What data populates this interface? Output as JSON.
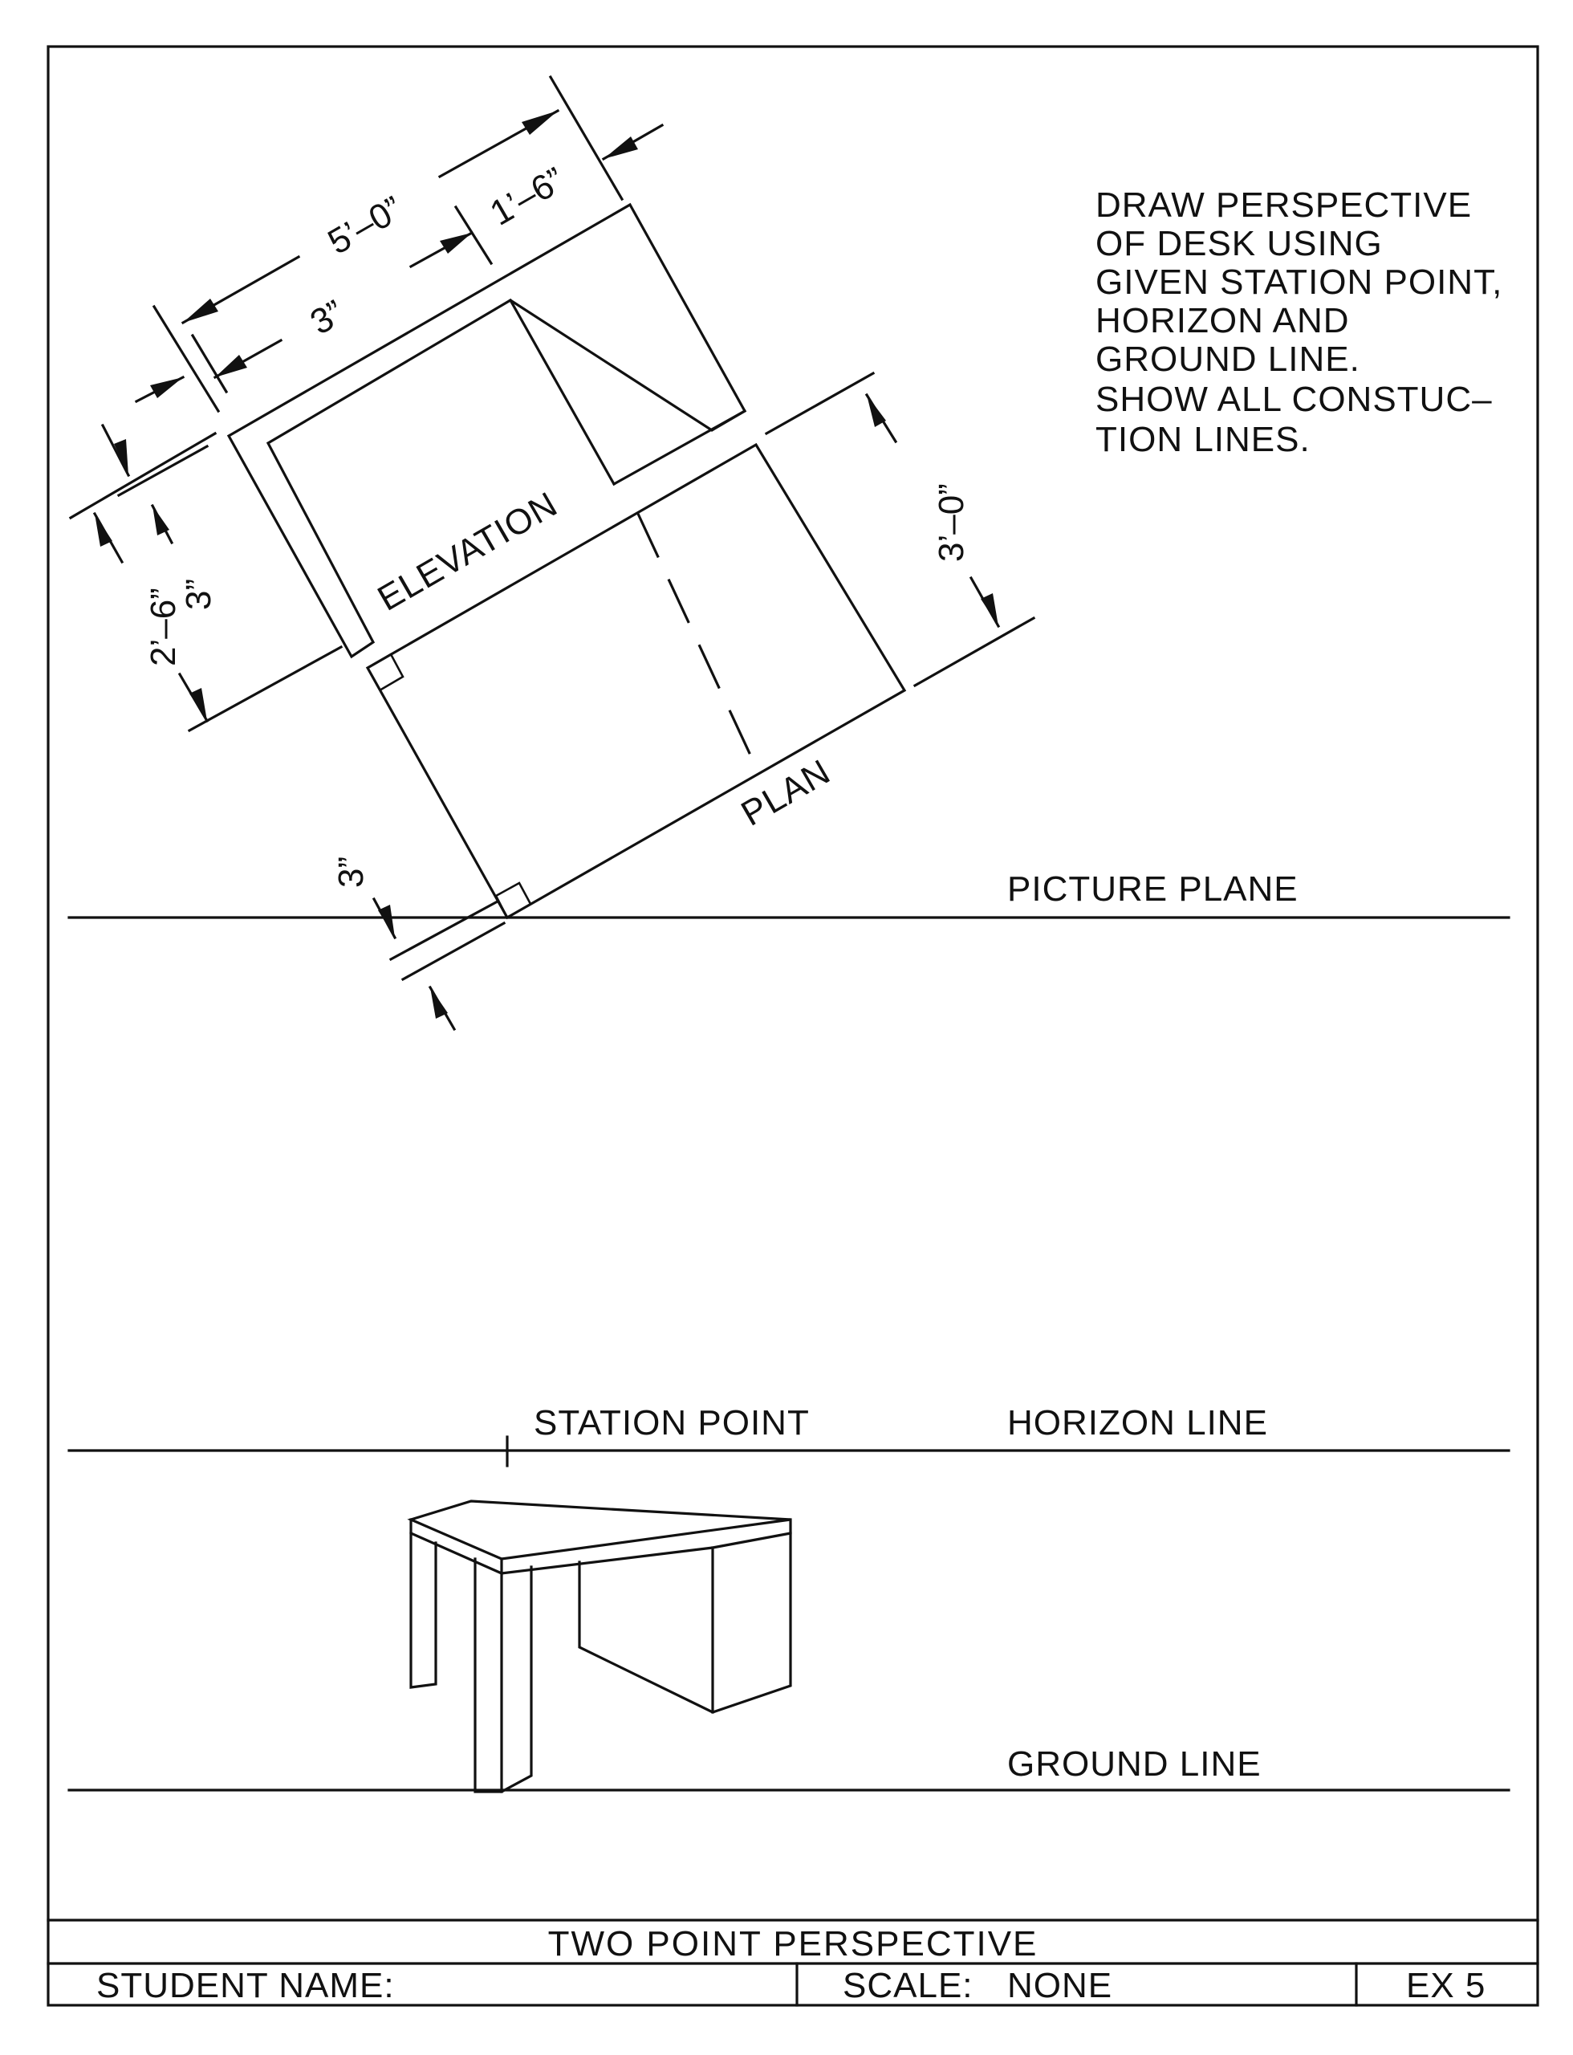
{
  "instructions": [
    "DRAW PERSPECTIVE",
    "OF DESK USING",
    "GIVEN STATION POINT,",
    "HORIZON AND",
    "GROUND LINE.",
    "SHOW ALL CONSTUC–",
    "TION LINES."
  ],
  "labels": {
    "elevation": "ELEVATION",
    "plan": "PLAN",
    "picture_plane": "PICTURE PLANE",
    "station_point": "STATION POINT",
    "horizon_line": "HORIZON LINE",
    "ground_line": "GROUND LINE"
  },
  "dimensions": {
    "overall_length": "5’–0”",
    "top_overhang": "3”",
    "end_depth": "1’–6”",
    "height": "2’–6”",
    "top_thickness": "3”",
    "plan_depth": "3’–0”",
    "plan_setback": "3”"
  },
  "title_block": {
    "title": "TWO POINT PERSPECTIVE",
    "student_name_label": "STUDENT NAME:",
    "scale_label": "SCALE:",
    "scale_value": "NONE",
    "exercise": "EX 5"
  }
}
